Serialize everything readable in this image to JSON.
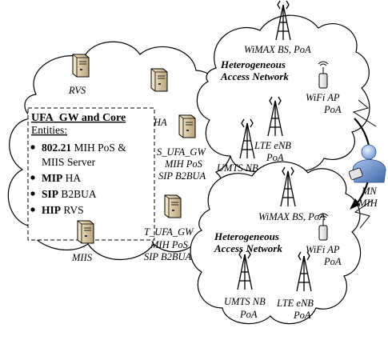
{
  "core": {
    "box_title": "UFA_GW and Core",
    "entities_label": "Entities:",
    "items": [
      {
        "bold": "802.21",
        "rest": " MIH PoS &",
        "cont": "MIIS Server"
      },
      {
        "bold": "MIP",
        "rest": " HA",
        "cont": ""
      },
      {
        "bold": "SIP",
        "rest": " B2BUA",
        "cont": ""
      },
      {
        "bold": "HIP",
        "rest": " RVS",
        "cont": ""
      }
    ],
    "rvs_label": "RVS",
    "ha_label": "HA",
    "miis_label": "MIIS"
  },
  "gateways": {
    "serving": {
      "l1": "S_UFA_GW",
      "l2": "MIH PoS",
      "l3": "SIP B2BUA"
    },
    "target": {
      "l1": "T_UFA_GW",
      "l2": "MIH PoS",
      "l3": "SIP B2BUA"
    }
  },
  "top_network": {
    "title1": "Heterogeneous",
    "title2": "Access Network",
    "wimax": "WiMAX BS, PoA",
    "wifi1": "WiFi AP",
    "wifi2": "PoA",
    "lte1": "LTE eNB",
    "lte2": "PoA",
    "umts": "UMTS NB"
  },
  "bottom_network": {
    "title1": "Heterogeneous",
    "title2": "Access Network",
    "wimax": "WiMAX BS, PoA",
    "wifi1": "WiFi AP",
    "wifi2": "PoA",
    "umts1": "UMTS NB",
    "umts2": "PoA",
    "lte1": "LTE eNB",
    "lte2": "PoA"
  },
  "mobile": {
    "l1": "MN",
    "l2": "MIH"
  }
}
